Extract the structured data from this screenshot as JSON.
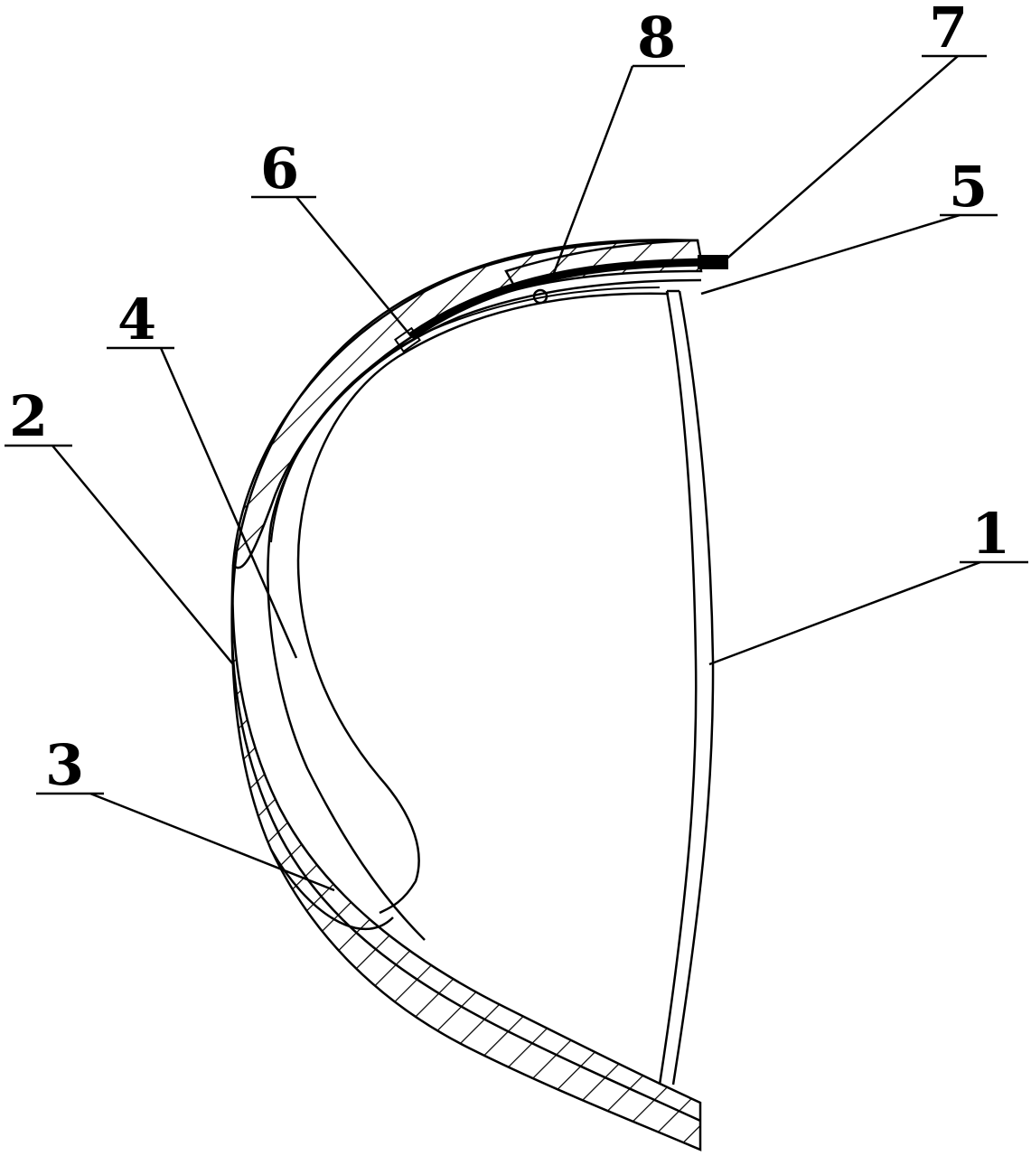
{
  "figure": {
    "labels": [
      {
        "id": "1",
        "text": "1"
      },
      {
        "id": "2",
        "text": "2"
      },
      {
        "id": "3",
        "text": "3"
      },
      {
        "id": "4",
        "text": "4"
      },
      {
        "id": "5",
        "text": "5"
      },
      {
        "id": "6",
        "text": "6"
      },
      {
        "id": "7",
        "text": "7"
      },
      {
        "id": "8",
        "text": "8"
      }
    ]
  },
  "colors": {
    "ink": "#000000",
    "background": "#ffffff"
  }
}
